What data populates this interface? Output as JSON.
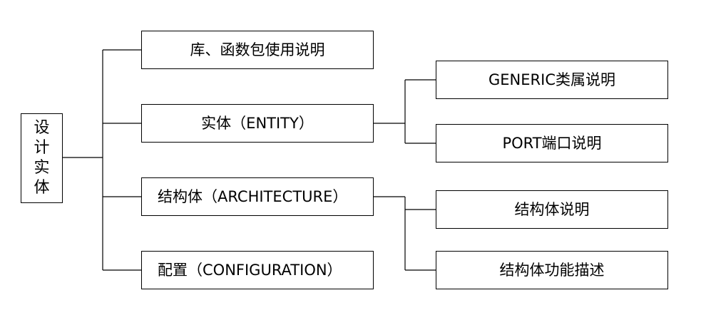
{
  "root": {
    "label": "设计实体"
  },
  "level1": [
    {
      "label": "库、函数包使用说明"
    },
    {
      "label": "实体（ENTITY）"
    },
    {
      "label": "结构体（ARCHITECTURE）"
    },
    {
      "label": "配置（CONFIGURATION）"
    }
  ],
  "entity_children": [
    {
      "label": "GENERIC类属说明"
    },
    {
      "label": "PORT端口说明"
    }
  ],
  "architecture_children": [
    {
      "label": "结构体说明"
    },
    {
      "label": "结构体功能描述"
    }
  ],
  "colors": {
    "line": "#000000",
    "box_border": "#000000",
    "background": "#ffffff"
  }
}
